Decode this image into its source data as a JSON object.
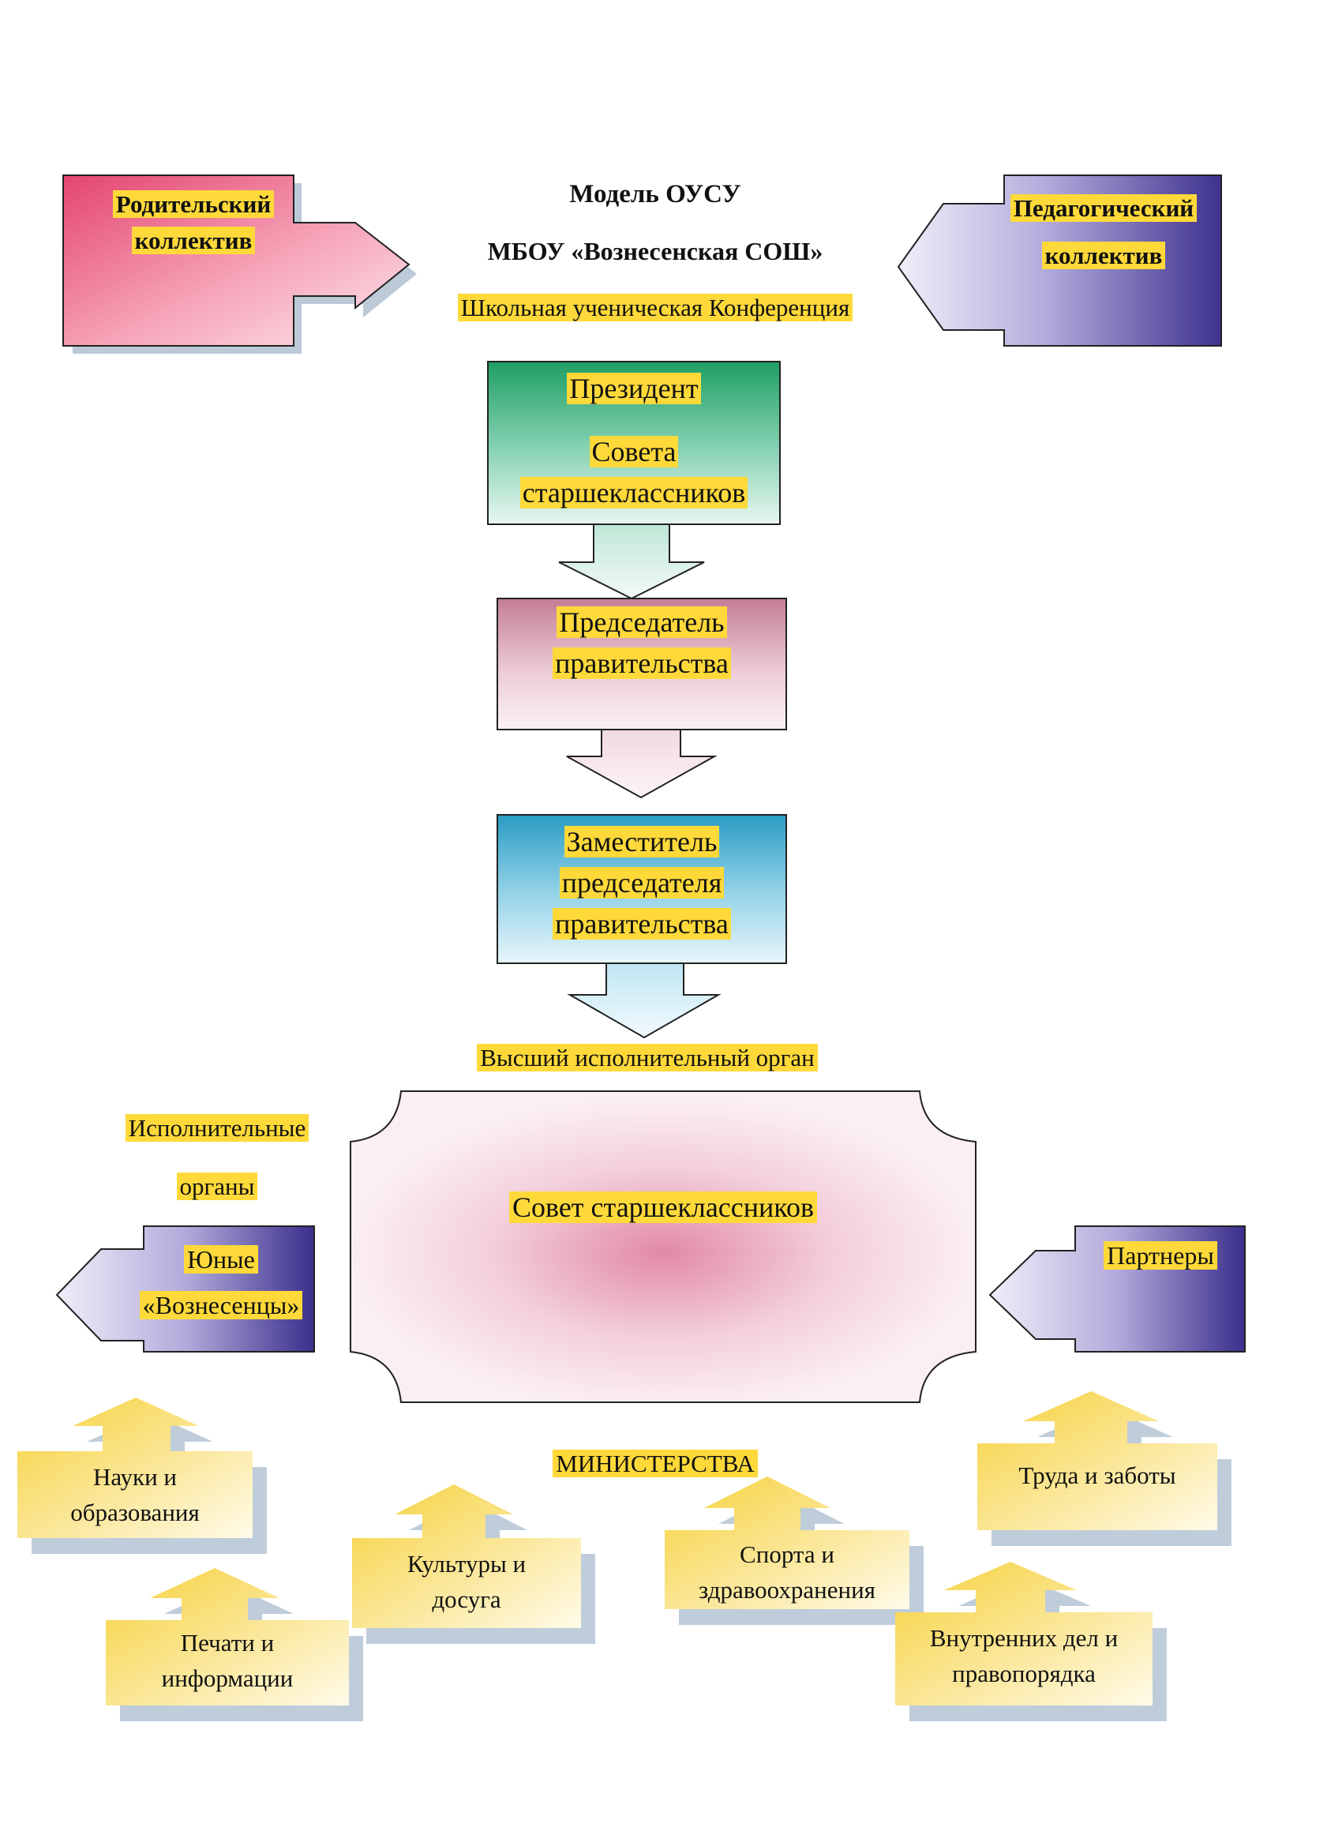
{
  "header": {
    "line1": "Модель ОУСУ",
    "line2": "МБОУ «Вознесенская СОШ»",
    "line3": "Школьная ученическая Конференция"
  },
  "top_left_box": {
    "line1": "Родительский",
    "line2": "коллектив"
  },
  "top_right_box": {
    "line1": "Педагогический",
    "line2": "коллектив"
  },
  "chain": {
    "president": {
      "line1": "Президент",
      "line2": "Совета",
      "line3": "старшеклассников"
    },
    "chairman": {
      "line1": "Председатель",
      "line2": "правительства"
    },
    "deputy": {
      "line1": "Заместитель",
      "line2": "председателя",
      "line3": "правительства"
    }
  },
  "executive_label": "Высший исполнительный орган",
  "exec_organs_label": {
    "line1": "Исполнительные",
    "line2": "органы"
  },
  "council": "Совет старшеклассников",
  "left_side_box": {
    "line1": "Юные",
    "line2": "«Вознесенцы»"
  },
  "right_side_box": "Партнеры",
  "ministries_label": "МИНИСТЕРСТВА",
  "ministries": [
    {
      "line1": "Науки и",
      "line2": "образования"
    },
    {
      "line1": "Культуры и",
      "line2": "досуга"
    },
    {
      "line1": "Печати и",
      "line2": "информации"
    },
    {
      "line1": "Спорта и",
      "line2": "здравоохранения"
    },
    {
      "line1": "Труда и заботы",
      "line2": ""
    },
    {
      "line1": "Внутренних дел и",
      "line2": "правопорядка"
    }
  ],
  "colors": {
    "highlight": "#ffd93a",
    "parents": "#e8507a",
    "teachers": "#4a3f9a",
    "president": "#2aa56e",
    "chairman": "#c9839b",
    "deputy": "#3aa4c8",
    "ministry": "#f7d54a"
  }
}
